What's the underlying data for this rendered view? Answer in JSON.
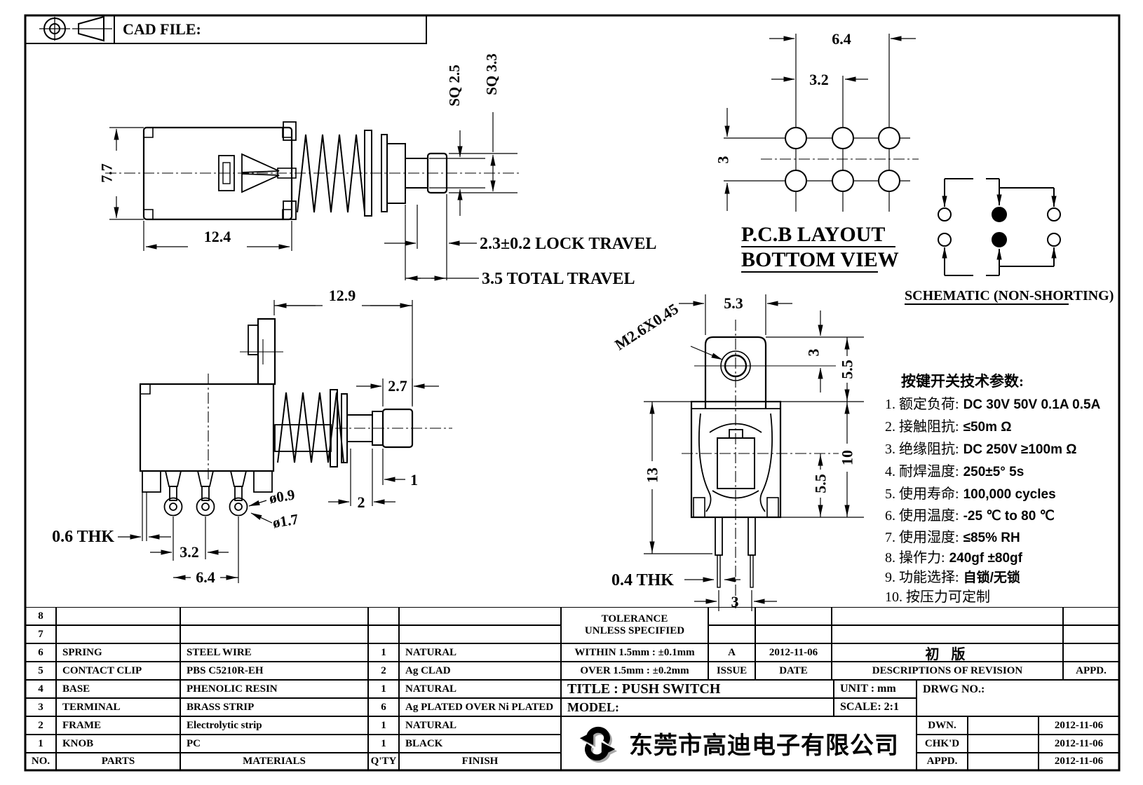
{
  "header": {
    "cad_file": "CAD FILE:"
  },
  "views": {
    "top": {
      "h": "7.7",
      "len": "12.4",
      "sq_small": "SQ 2.5",
      "sq_large": "SQ 3.3",
      "lock": "2.3±0.2 LOCK TRAVEL",
      "total": "3.5 TOTAL TRAVEL"
    },
    "side": {
      "len": "12.9",
      "knob": "2.7",
      "d1": "1",
      "d2": "2",
      "hole_inner": "ø0.9",
      "hole_outer": "ø1.7",
      "thk": "0.6 THK",
      "pitch": "3.2",
      "span": "6.4"
    },
    "front": {
      "w": "5.3",
      "thread": "M2.6X0.45",
      "ear": "3",
      "ear_h": "5.5",
      "total_h": "13",
      "body_h": "10",
      "lower": "5.5",
      "thk": "0.4 THK",
      "pin_pitch": "3"
    },
    "pcb": {
      "span": "6.4",
      "pitch": "3.2",
      "row": "3",
      "t1": "P.C.B LAYOUT",
      "t2": "BOTTOM VIEW"
    },
    "schematic_label": "SCHEMATIC (NON-SHORTING)"
  },
  "parameters": {
    "title": "按键开关技术参数:",
    "items": [
      {
        "label": "1. 额定负荷:",
        "value": "DC 30V 50V   0.1A  0.5A"
      },
      {
        "label": "2. 接触阻抗:",
        "value": "≤50m Ω"
      },
      {
        "label": "3. 绝缘阻抗:",
        "value": "DC 250V  ≥100m Ω"
      },
      {
        "label": "4. 耐焊温度:",
        "value": "250±5°   5s"
      },
      {
        "label": "5. 使用寿命:",
        "value": "100,000 cycles"
      },
      {
        "label": "6. 使用温度:",
        "value": "-25 ℃  to 80 ℃"
      },
      {
        "label": "7. 使用湿度:",
        "value": "≤85% RH"
      },
      {
        "label": "8. 操作力:",
        "value": "240gf  ±80gf"
      },
      {
        "label": "9. 功能选择:",
        "value": "自锁/无锁"
      },
      {
        "label": "10. 按压力可定制",
        "value": ""
      }
    ]
  },
  "parts_table": {
    "headers": {
      "no": "NO.",
      "parts": "PARTS",
      "materials": "MATERIALS",
      "qty": "Q'TY",
      "finish": "FINISH"
    },
    "rows": [
      {
        "no": "8",
        "parts": "",
        "materials": "",
        "qty": "",
        "finish": ""
      },
      {
        "no": "7",
        "parts": "",
        "materials": "",
        "qty": "",
        "finish": ""
      },
      {
        "no": "6",
        "parts": "SPRING",
        "materials": "STEEL WIRE",
        "qty": "1",
        "finish": "NATURAL"
      },
      {
        "no": "5",
        "parts": "CONTACT CLIP",
        "materials": "PBS C5210R-EH",
        "qty": "2",
        "finish": "Ag CLAD"
      },
      {
        "no": "4",
        "parts": "BASE",
        "materials": "PHENOLIC RESIN",
        "qty": "1",
        "finish": "NATURAL"
      },
      {
        "no": "3",
        "parts": "TERMINAL",
        "materials": "BRASS STRIP",
        "qty": "6",
        "finish": "Ag PLATED OVER Ni PLATED"
      },
      {
        "no": "2",
        "parts": "FRAME",
        "materials": "Electrolytic strip",
        "qty": "1",
        "finish": "NATURAL"
      },
      {
        "no": "1",
        "parts": "KNOB",
        "materials": "PC",
        "qty": "1",
        "finish": "BLACK"
      }
    ]
  },
  "title_block": {
    "tolerance_line1": "TOLERANCE",
    "tolerance_line2": "UNLESS  SPECIFIED",
    "within": "WITHIN 1.5mm : ±0.1mm",
    "over": "OVER 1.5mm : ±0.2mm",
    "issue_value": "A",
    "date_value": "2012-11-06",
    "revision_desc": "初  版",
    "issue_label": "ISSUE",
    "date_label": "DATE",
    "desc_label": "DESCRIPTIONS OF REVISION",
    "appd_label": "APPD.",
    "title": "TITLE :   PUSH SWITCH",
    "unit": "UNIT :   mm",
    "model": "MODEL:",
    "scale": "SCALE:   2:1",
    "drwg": "DRWG NO.:",
    "company": "东莞市高迪电子有限公司",
    "sign_rows": [
      {
        "label": "DWN.",
        "date": "2012-11-06"
      },
      {
        "label": "CHK'D",
        "date": "2012-11-06"
      },
      {
        "label": "APPD.",
        "date": "2012-11-06"
      }
    ]
  }
}
